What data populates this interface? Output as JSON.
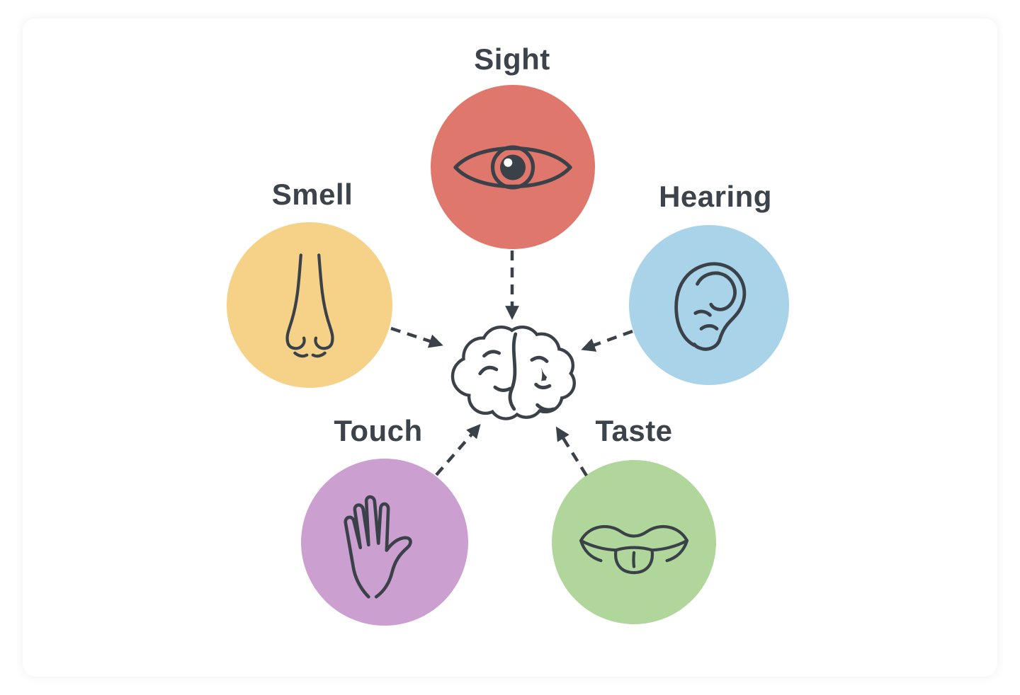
{
  "diagram": {
    "background": "#ffffff",
    "stroke_color": "#3b4149",
    "senses": [
      {
        "id": "sight",
        "label": "Sight",
        "color": "#e0776d",
        "icon": "eye-icon"
      },
      {
        "id": "hearing",
        "label": "Hearing",
        "color": "#a9d3e8",
        "icon": "ear-icon"
      },
      {
        "id": "smell",
        "label": "Smell",
        "color": "#f5d287",
        "icon": "nose-icon"
      },
      {
        "id": "touch",
        "label": "Touch",
        "color": "#cc9fd1",
        "icon": "hand-icon"
      },
      {
        "id": "taste",
        "label": "Taste",
        "color": "#b0d69c",
        "icon": "tongue-icon"
      }
    ],
    "center": {
      "icon": "brain-icon"
    }
  }
}
